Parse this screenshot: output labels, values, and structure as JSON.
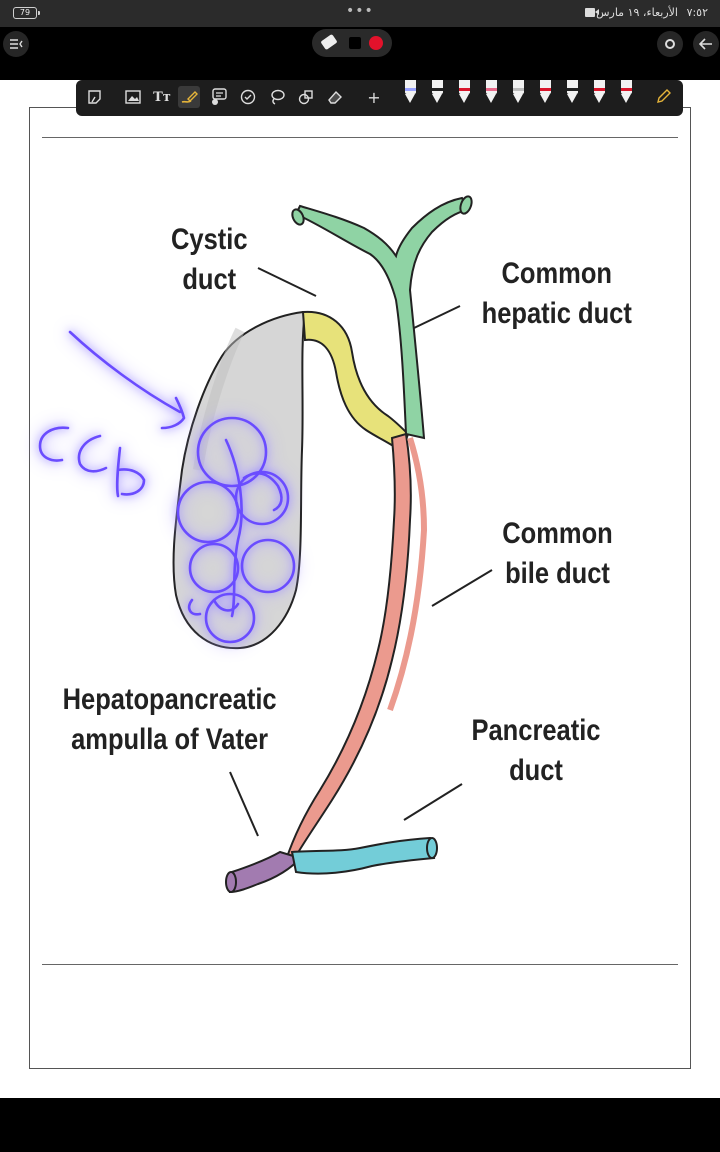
{
  "status_bar": {
    "battery": "79",
    "dots": "•••",
    "time": "٧:٥٢",
    "date": "الأربعاء، ١٩ مارس"
  },
  "toolbar": {
    "tools": [
      "lasso-select-icon",
      "image-icon",
      "text-icon",
      "highlighter-icon",
      "comment-icon",
      "sticker-icon",
      "lasso-icon",
      "shapes-icon",
      "eraser-icon",
      "add-icon"
    ],
    "text_tool_label": "Tт",
    "plus_label": "+",
    "pens": [
      {
        "color": "#9aa3ff"
      },
      {
        "color": "#222222"
      },
      {
        "color": "#d9162b"
      },
      {
        "color": "#e86a8a"
      },
      {
        "color": "#bdbdbd"
      },
      {
        "color": "#d9162b"
      },
      {
        "color": "#222222"
      },
      {
        "color": "#d9162b"
      },
      {
        "color": "#d9162b"
      }
    ],
    "pencil_color": "#e5b43a"
  },
  "diagram": {
    "labels": {
      "cystic_duct_1": "Cystic",
      "cystic_duct_2": "duct",
      "common_hepatic_1": "Common",
      "common_hepatic_2": "hepatic duct",
      "common_bile_1": "Common",
      "common_bile_2": "bile duct",
      "pancreatic_1": "Pancreatic",
      "pancreatic_2": "duct",
      "ampulla_1": "Hepatopancreatic",
      "ampulla_2": "ampulla of Vater"
    },
    "colors": {
      "gallbladder": "#d6d6d6",
      "cystic": "#e7e27a",
      "hepatic": "#8fd3a4",
      "bile": "#eb9a8e",
      "pancreatic": "#73cdd8",
      "ampulla": "#a27bb0",
      "annotation": "#6a4cff"
    }
  }
}
